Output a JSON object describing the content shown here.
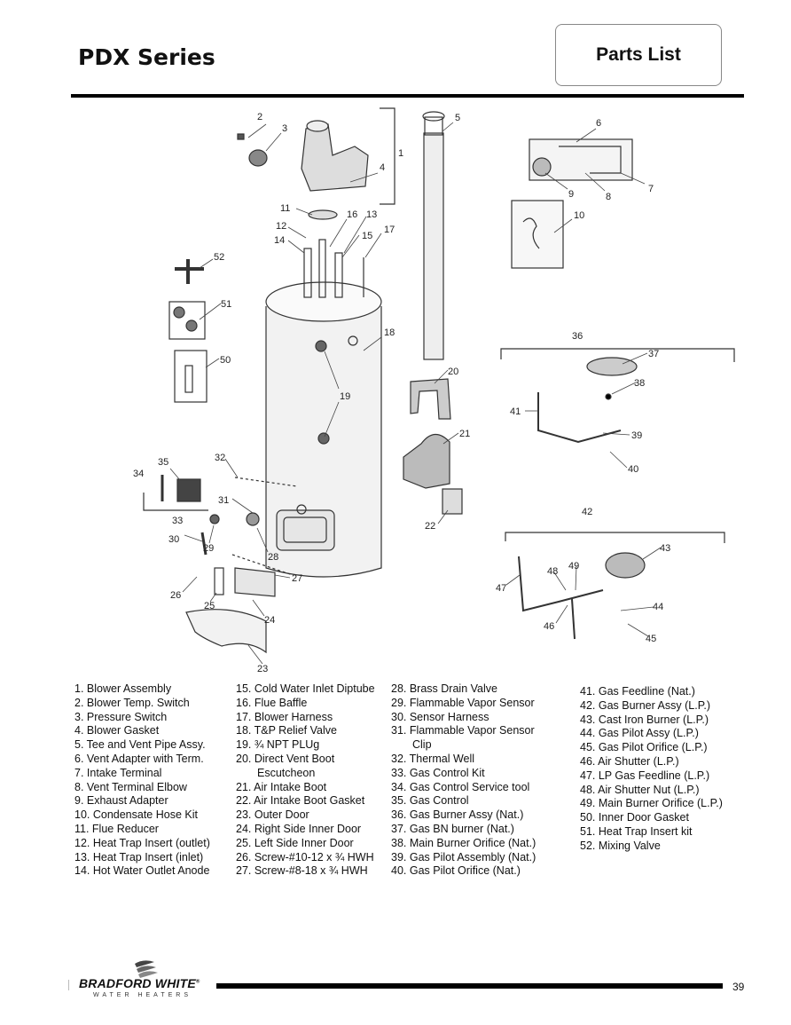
{
  "header": {
    "series_title": "PDX Series",
    "section_label": "Parts List"
  },
  "diagram_callouts": [
    "1",
    "2",
    "3",
    "4",
    "5",
    "6",
    "7",
    "8",
    "9",
    "10",
    "11",
    "12",
    "13",
    "14",
    "15",
    "16",
    "17",
    "18",
    "19",
    "20",
    "21",
    "22",
    "23",
    "24",
    "25",
    "26",
    "27",
    "28",
    "29",
    "30",
    "31",
    "32",
    "33",
    "34",
    "35",
    "36",
    "37",
    "38",
    "39",
    "40",
    "41",
    "42",
    "43",
    "44",
    "45",
    "46",
    "47",
    "48",
    "49",
    "50",
    "51",
    "52"
  ],
  "parts": {
    "col1": [
      "1. Blower Assembly",
      "2. Blower Temp. Switch",
      "3. Pressure Switch",
      "4. Blower Gasket",
      "5. Tee and Vent Pipe Assy.",
      "6. Vent Adapter with Term.",
      "7. Intake Terminal",
      "8. Vent Terminal Elbow",
      "9. Exhaust Adapter",
      "10. Condensate Hose Kit",
      "11. Flue Reducer",
      "12. Heat Trap Insert (outlet)",
      "13. Heat Trap Insert (inlet)",
      "14. Hot Water Outlet Anode"
    ],
    "col2": [
      "15. Cold Water Inlet Diptube",
      "16. Flue Baffle",
      "17. Blower Harness",
      "18. T&P Relief Valve",
      "19. ¾ NPT PLUg",
      "20. Direct Vent Boot",
      "Escutcheon",
      "21. Air Intake Boot",
      "22. Air Intake Boot Gasket",
      "23. Outer Door",
      "24. Right Side Inner Door",
      "25. Left Side Inner Door",
      "26. Screw-#10-12 x ¾ HWH",
      "27. Screw-#8-18 x ¾ HWH"
    ],
    "col3": [
      "28. Brass Drain Valve",
      "29. Flammable Vapor Sensor",
      "30. Sensor Harness",
      "31. Flammable Vapor Sensor",
      "Clip",
      "32. Thermal Well",
      "33. Gas Control Kit",
      "34. Gas Control Service tool",
      "35. Gas Control",
      "36. Gas Burner Assy  (Nat.)",
      "37. Gas BN burner  (Nat.)",
      "38. Main Burner Orifice (Nat.)",
      "39. Gas Pilot Assembly (Nat.)",
      "40. Gas Pilot Orifice (Nat.)"
    ],
    "col4": [
      "41. Gas Feedline (Nat.)",
      "42. Gas Burner Assy (L.P.)",
      "43. Cast Iron Burner (L.P.)",
      "44. Gas Pilot Assy (L.P.)",
      "45. Gas Pilot Orifice (L.P.)",
      "46. Air Shutter (L.P.)",
      "47. LP Gas Feedline (L.P.)",
      "48. Air Shutter Nut (L.P.)",
      "49. Main Burner Orifice (L.P.)",
      "50. Inner Door Gasket",
      "51. Heat Trap Insert kit",
      "52. Mixing Valve"
    ]
  },
  "footer": {
    "brand": "BRADFORD WHITE",
    "registered": "®",
    "tagline": "WATER HEATERS",
    "page_number": "39"
  }
}
